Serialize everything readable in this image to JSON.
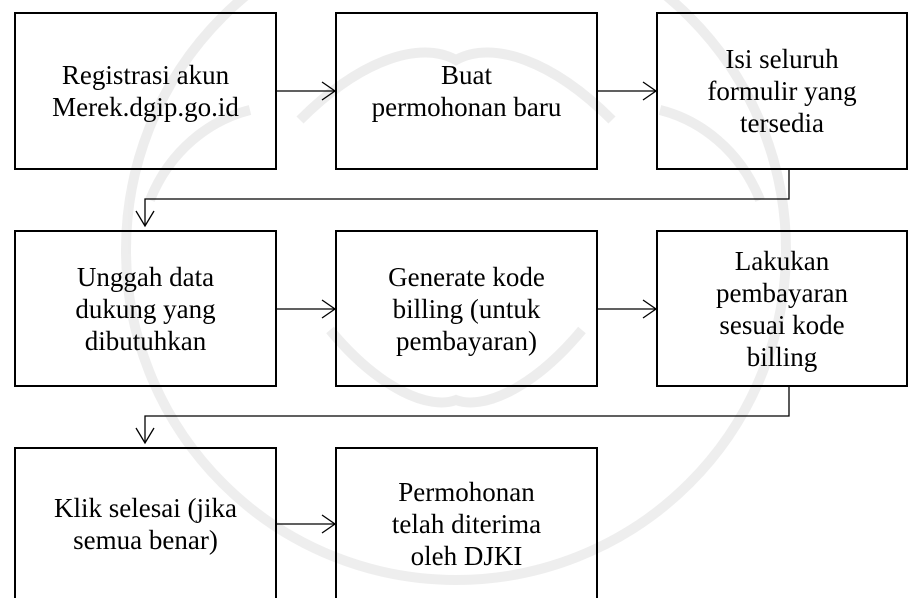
{
  "steps": [
    {
      "text": "Registrasi akun\nMerek.dgip.go.id"
    },
    {
      "text": "Buat\npermohonan baru"
    },
    {
      "text": "Isi seluruh\nformulir yang\ntersedia"
    },
    {
      "text": "Unggah data\ndukung yang\ndibutuhkan"
    },
    {
      "text": "Generate kode\nbilling (untuk\npembayaran)"
    },
    {
      "text": "Lakukan\npembayaran\nsesuai kode\nbilling"
    },
    {
      "text": "Klik selesai (jika\nsemua benar)"
    },
    {
      "text": "Permohonan\ntelah diterima\noleh DJKI"
    }
  ]
}
